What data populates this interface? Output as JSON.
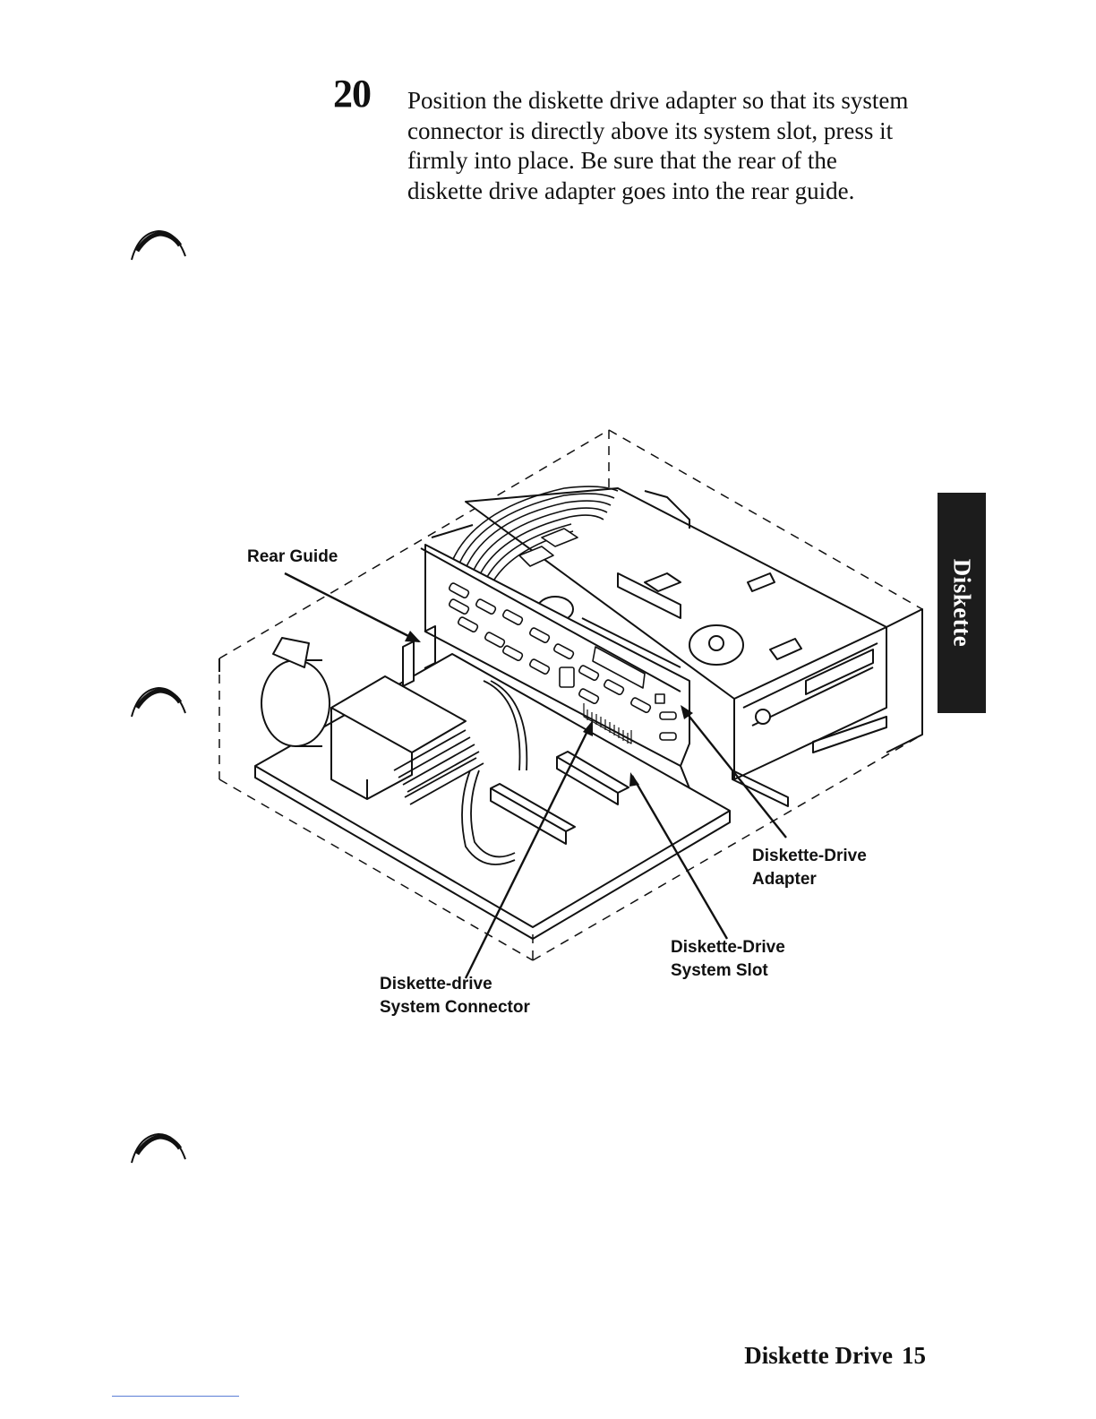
{
  "step": {
    "number": "20",
    "text": "Position the diskette drive adapter so that its system connector is directly above its system slot, press it firmly into place. Be sure that the rear of the diskette drive adapter goes into the rear guide."
  },
  "side_tab": {
    "label": "Diskette"
  },
  "figure": {
    "callouts": {
      "rear_guide": "Rear Guide",
      "adapter_line1": "Diskette-Drive",
      "adapter_line2": "Adapter",
      "slot_line1": "Diskette-Drive",
      "slot_line2": "System Slot",
      "connector_line1": "Diskette-drive",
      "connector_line2": "System Connector"
    }
  },
  "footer": {
    "section": "Diskette Drive",
    "page": "15"
  },
  "icons": {
    "binder_hole": "binder-hole-icon"
  }
}
